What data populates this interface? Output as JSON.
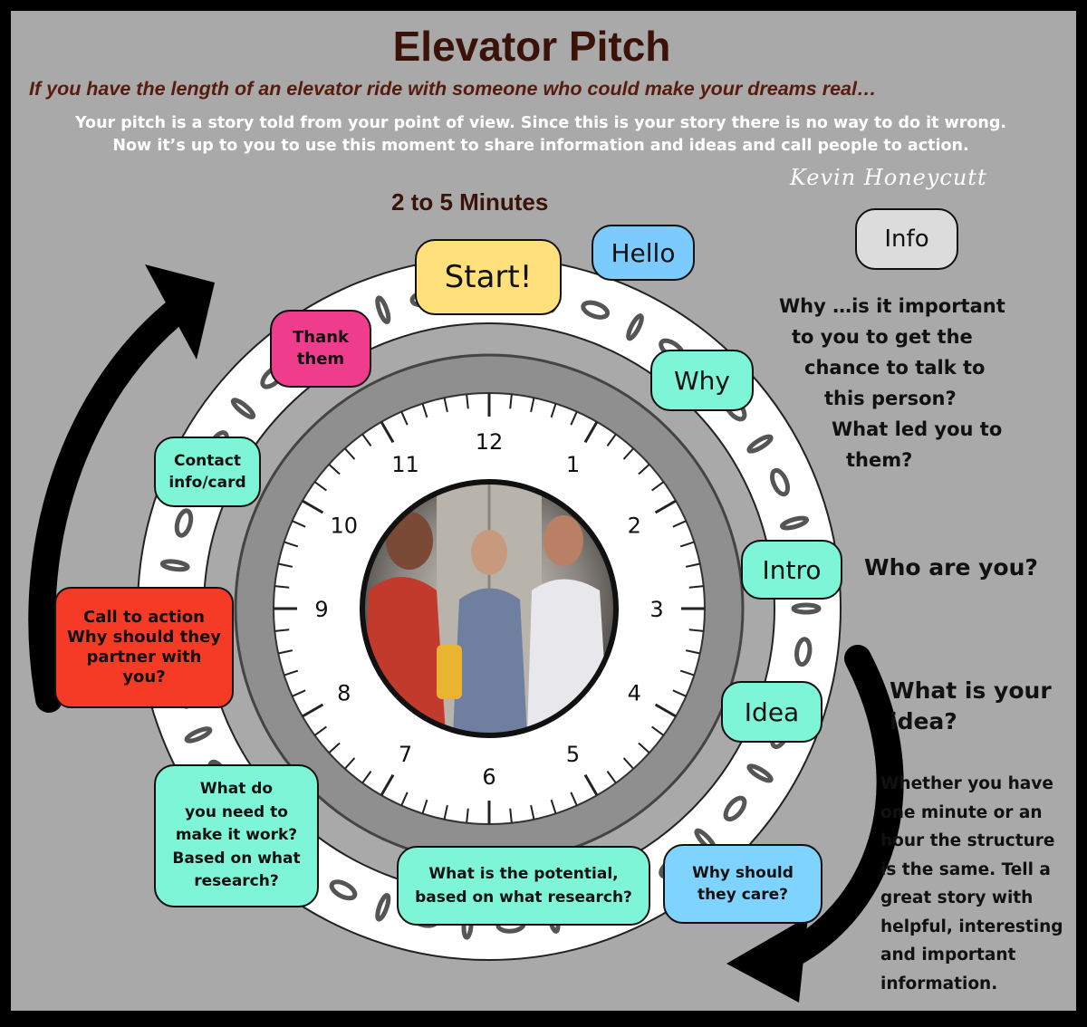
{
  "title": "Elevator Pitch",
  "subtitle": "If you have the length of an elevator ride with someone who could make your dreams real…",
  "intro_line1": "Your pitch is a story told from your point of view. Since this is your story there is no way to do it wrong.",
  "intro_line2": "Now it’s up to you to use this moment to share information and ideas and call people to action.",
  "author": "Kevin Honeycutt",
  "duration": "2 to 5 Minutes",
  "info_label": "Info",
  "steps": {
    "start": "Start!",
    "hello": "Hello",
    "why": "Why",
    "intro": "Intro",
    "idea": "Idea",
    "care": [
      "Why should",
      "they care?"
    ],
    "potential": [
      "What is the potential,",
      "based on what research?"
    ],
    "need": [
      "What do",
      "you need to",
      "make it work?",
      "Based on what",
      "research?"
    ],
    "action": [
      "Call to action",
      "Why should they",
      "partner with",
      "you?"
    ],
    "contact": [
      "Contact",
      "info/card"
    ],
    "thank": [
      "Thank",
      "them"
    ]
  },
  "notes": {
    "why": [
      "Why …is it important",
      "to you to get the",
      "chance to talk to",
      "this person?",
      "What led you to",
      "them?"
    ],
    "who": "Who are you?",
    "idea": [
      "What is your",
      "idea?"
    ],
    "structure": [
      "Whether you have",
      "one minute or an",
      "hour the structure",
      "is the same. Tell a",
      "great story with",
      "helpful, interesting",
      "and important",
      "information."
    ]
  },
  "clock_numbers": [
    "12",
    "1",
    "2",
    "3",
    "4",
    "5",
    "6",
    "7",
    "8",
    "9",
    "10",
    "11"
  ],
  "photo_label": "elevator-photo",
  "colors": {
    "start": "#ffe07a",
    "hello": "#7ccbff",
    "teal": "#7ff5d8",
    "care": "#7fd4ff",
    "action": "#f53a25",
    "thank": "#f03c8c",
    "info": "#dcdcdc",
    "title": "#3b1208"
  }
}
